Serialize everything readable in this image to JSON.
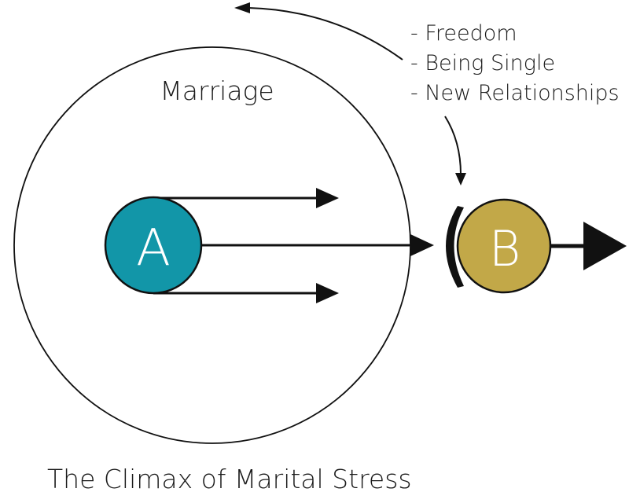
{
  "diagram": {
    "marriage_label": "Marriage",
    "node_a": {
      "letter": "A",
      "color": "#1296a8"
    },
    "node_b": {
      "letter": "B",
      "color": "#c2a848"
    },
    "attractions": [
      "- Freedom",
      "- Being Single",
      "- New Relationships"
    ],
    "caption": "The Climax of Marital Stress",
    "line_color": "#111111"
  }
}
